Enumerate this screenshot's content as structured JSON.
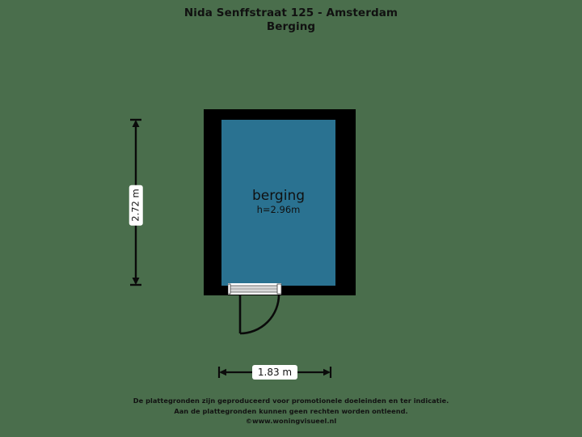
{
  "header": {
    "address": "Nida Senffstraat 125 - Amsterdam",
    "floor": "Berging"
  },
  "floorplan": {
    "room": {
      "name": "berging",
      "height_label": "h=2.96m"
    },
    "dimensions": {
      "vertical": "2.72 m",
      "horizontal": "1.83 m"
    },
    "colors": {
      "background": "#4a6e4c",
      "wall": "#000000",
      "room_fill": "#2a7291",
      "label_background": "#ffffff",
      "text": "#111111"
    },
    "icons": {
      "door": "door-swing-icon",
      "dimension_arrow": "dimension-arrow-icon"
    }
  },
  "footer": {
    "line1": "De plattegronden zijn geproduceerd voor promotionele doeleinden en ter indicatie.",
    "line2": "Aan de plattegronden kunnen geen rechten worden ontleend.",
    "line3": "©www.woningvisueel.nl"
  }
}
